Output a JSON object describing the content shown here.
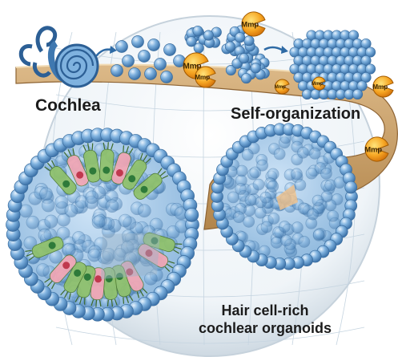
{
  "labels": {
    "cochlea": "Cochlea",
    "self_organization": "Self-organization",
    "hair_cell_line1": "Hair cell-rich",
    "hair_cell_line2": "cochlear organoids"
  },
  "enzyme_label": "Mmp",
  "colors": {
    "cell_blue": "#6fa6d6",
    "cell_blue_dark": "#3f78b0",
    "band_tan": "#c9a068",
    "hair_green": "#8fc16a",
    "hair_pink": "#f2a6b4",
    "enzyme_orange": "#f5a623"
  }
}
